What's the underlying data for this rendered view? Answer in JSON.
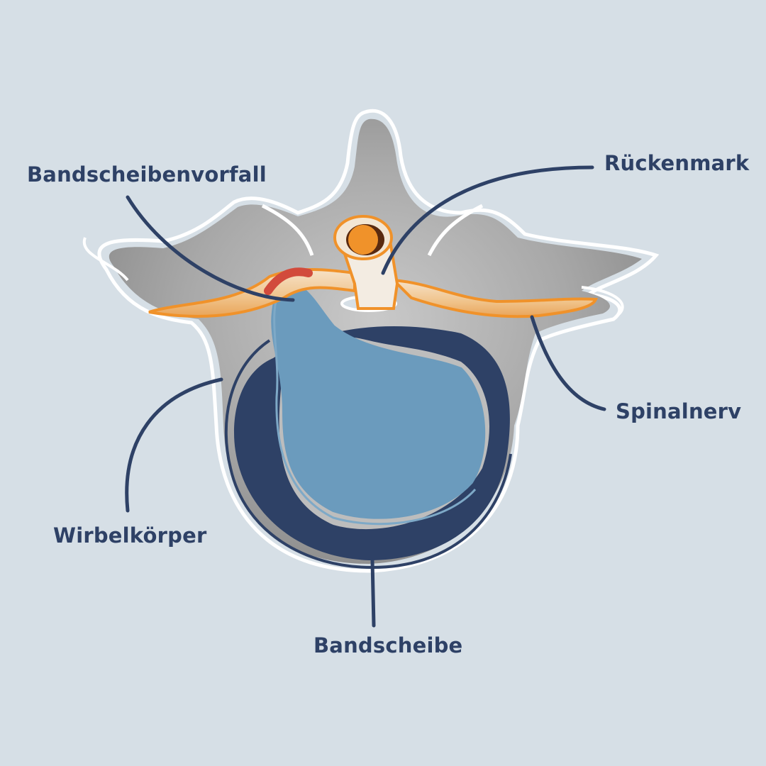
{
  "labels": {
    "herniation": "Bandscheibenvorfall",
    "spinal_cord": "Rückenmark",
    "spinal_nerve": "Spinalnerv",
    "vertebral_body": "Wirbelkörper",
    "disc": "Bandscheibe"
  },
  "colors": {
    "background": "#d6dfe6",
    "label": "#2e4166",
    "annulus": "#2e4166",
    "nucleus": "#6b9bbd",
    "nerve": "#f0922a",
    "herniation_contact": "#d24b3c",
    "bone": "#a9a9a9"
  }
}
